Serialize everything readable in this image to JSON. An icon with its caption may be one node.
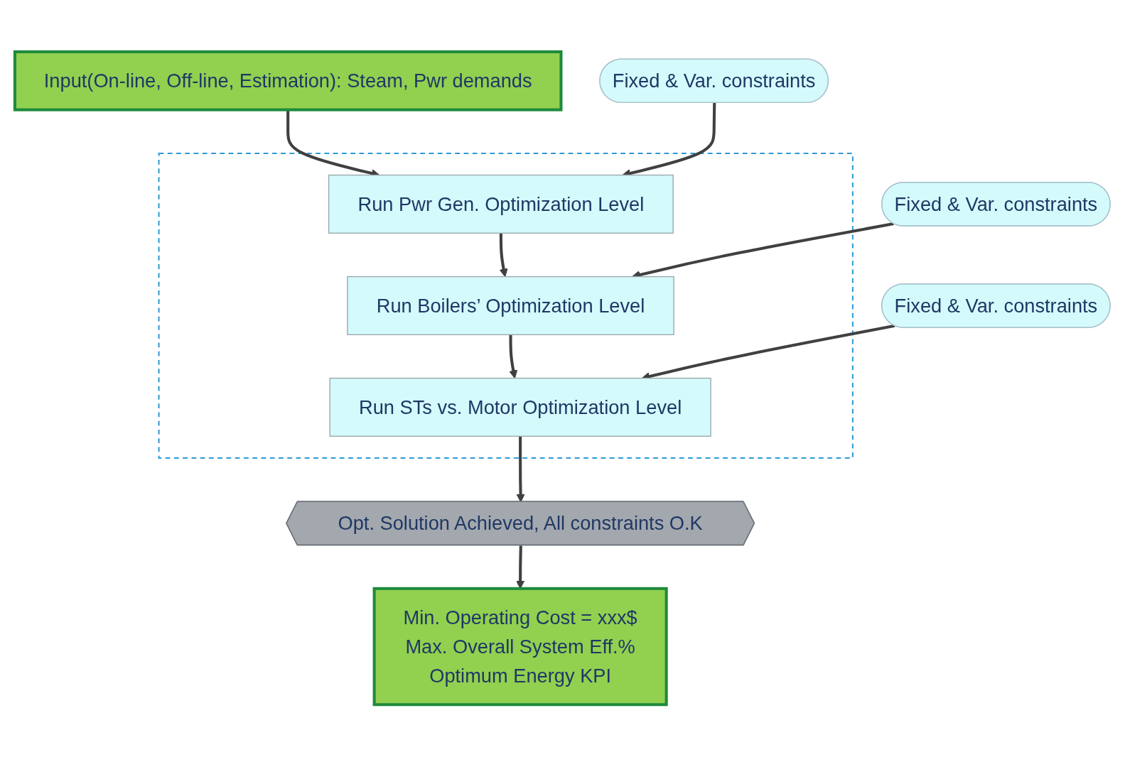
{
  "diagram": {
    "nodes": [
      {
        "text": [
          "Input(On-line, Off-line, Estimation): Steam, Pwr demands"
        ]
      },
      {
        "text": [],
        "shape": "box"
      },
      {
        "text": [
          "Fixed & Var. constraints"
        ]
      },
      {
        "text": [
          "Run Pwr Gen. Optimization Level"
        ],
        "in": 1
      },
      {
        "text": [
          "Fixed & Var. constraints"
        ]
      },
      {
        "text": [
          "Run Boilers’ Optimization Level"
        ],
        "in": 1
      },
      {
        "text": [
          "Fixed & Var. constraints"
        ]
      },
      {
        "text": [
          "Run STs vs. Motor Optimization Level"
        ],
        "in": 1
      },
      {
        "text": [
          "Opt. Solution Achieved, All constraints O.K"
        ]
      },
      {
        "text": [
          "Min. Operating Cost = xxx$",
          "Max. Overall System Eff.%",
          "Optimum Energy KPI"
        ]
      }
    ],
    "edges": [
      {
        "from": 0,
        "to": 3,
        "arrow": "to"
      },
      {
        "from": 2,
        "to": 3,
        "arrow": "to"
      },
      {
        "from": 3,
        "to": 5,
        "arrow": "to"
      },
      {
        "from": 4,
        "to": 5,
        "arrow": "to"
      },
      {
        "from": 5,
        "to": 7,
        "arrow": "to"
      },
      {
        "from": 6,
        "to": 7,
        "arrow": "to"
      },
      {
        "from": 7,
        "to": 8,
        "arrow": "to"
      },
      {
        "from": 8,
        "to": 9,
        "arrow": "to"
      }
    ]
  }
}
